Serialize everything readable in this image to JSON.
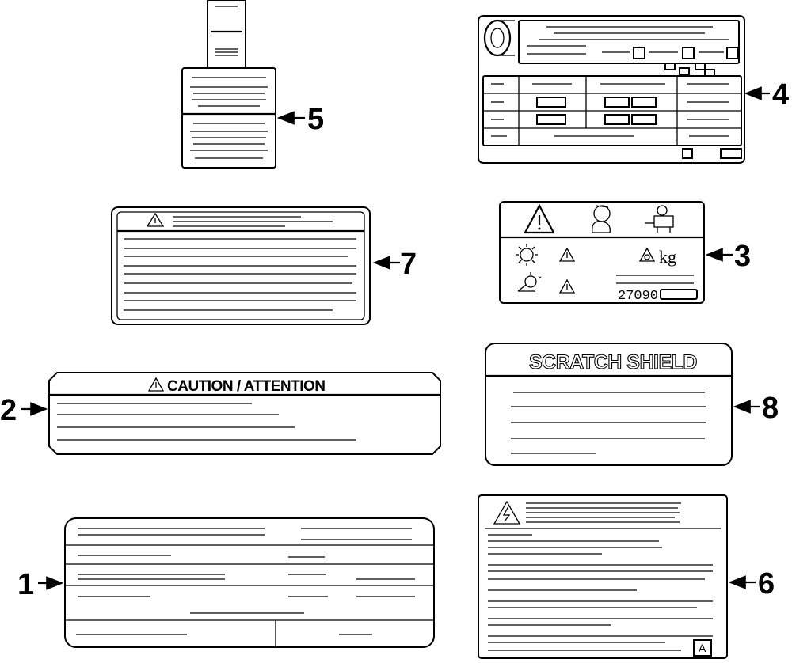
{
  "callouts": {
    "one": "1",
    "two": "2",
    "three": "3",
    "four": "4",
    "five": "5",
    "six": "6",
    "seven": "7",
    "eight": "8"
  },
  "labels": {
    "caution_title": "CAUTION / ATTENTION",
    "scratch_shield_title": "SCRATCH SHIELD",
    "part_code": "27090",
    "unit_kg": "kg",
    "corner_letter": "A"
  }
}
